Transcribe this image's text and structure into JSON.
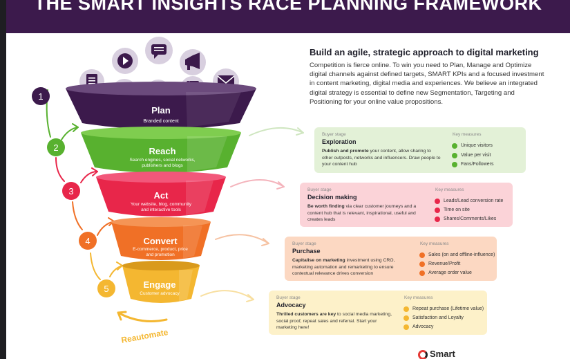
{
  "banner": {
    "title": "THE SMART INSIGHTS RACE PLANNING FRAMEWORK"
  },
  "intro": {
    "heading": "Build an agile, strategic approach to digital marketing",
    "body": "Competition is fierce online. To win you need to Plan, Manage and Optimize digital channels against defined targets, SMART KPIs and a focused investment in content marketing, digital media and experiences. We believe an integrated digital strategy is essential to define new Segmentation, Targeting and Positioning for your online value propositions."
  },
  "funnel": {
    "stages": [
      {
        "num": "1",
        "name": "Plan",
        "sub1": "Branded content",
        "sub2": "",
        "color": "#3c1a4c"
      },
      {
        "num": "2",
        "name": "Reach",
        "sub1": "Search engines, social networks,",
        "sub2": "publishers and blogs",
        "color": "#58b12f"
      },
      {
        "num": "3",
        "name": "Act",
        "sub1": "Your website, blog, community",
        "sub2": "and interactive tools",
        "color": "#e8264a"
      },
      {
        "num": "4",
        "name": "Convert",
        "sub1": "E-commerce, product, price",
        "sub2": "and promotion",
        "color": "#f07026"
      },
      {
        "num": "5",
        "name": "Engage",
        "sub1": "Customer advocacy",
        "sub2": "",
        "color": "#f4b731"
      }
    ],
    "reautomate": "Reautomate",
    "icons": [
      "document-icon",
      "calendar-icon",
      "play-icon",
      "chat-icon",
      "star-icon",
      "megaphone-icon",
      "book-icon",
      "email-icon"
    ]
  },
  "cards": [
    {
      "buyer_stage_label": "Buyer stage",
      "title": "Exploration",
      "body_bold": "Publish and promote",
      "body_rest": " your content, allow sharing to other outposts, networks and influencers. Draw people to your content hub",
      "key_measures_label": "Key measures",
      "measures": [
        "Unique visitors",
        "Value per visit",
        "Fans/Followers"
      ],
      "dot_color": "#58b12f"
    },
    {
      "buyer_stage_label": "Buyer stage",
      "title": "Decision making",
      "body_bold": "Be worth finding",
      "body_rest": " via clear customer journeys and a content hub that is relevant, inspirational, useful and creates leads",
      "key_measures_label": "Key measures",
      "measures": [
        "Leads/Lead conversion rate",
        "Time on site",
        "Shares/Comments/Likes"
      ],
      "dot_color": "#e8264a"
    },
    {
      "buyer_stage_label": "Buyer stage",
      "title": "Purchase",
      "body_bold": "Capitalise on marketing",
      "body_rest": " investment using CRO, marketing automation and remarketing to ensure contextual relevance drives conversion",
      "key_measures_label": "Key measures",
      "measures": [
        "Sales (on and offline-influence)",
        "Revenue/Profit",
        "Average order value"
      ],
      "dot_color": "#f07026"
    },
    {
      "buyer_stage_label": "Buyer stage",
      "title": "Advocacy",
      "body_bold": "Thrilled customers are key",
      "body_rest": " to social media marketing, social proof, repeat sales and referral. Start your marketing here!",
      "key_measures_label": "Key measures",
      "measures": [
        "Repeat purchase (Lifetime value)",
        "Satisfaction and Loyalty",
        "Advocacy"
      ],
      "dot_color": "#f4b731"
    }
  ],
  "logo": {
    "text": "Smart"
  }
}
